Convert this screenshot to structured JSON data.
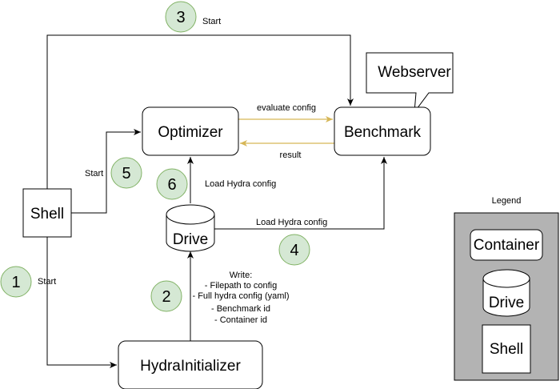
{
  "nodes": {
    "optimizer": "Optimizer",
    "benchmark": "Benchmark",
    "shell": "Shell",
    "drive": "Drive",
    "hydra_initializer": "HydraInitializer",
    "webserver": "Webserver"
  },
  "edges": {
    "evaluate_config": "evaluate config",
    "result": "result",
    "start_top": "Start",
    "start_mid": "Start",
    "start_bottom": "Start",
    "load_hydra_config_optimizer": "Load Hydra config",
    "load_hydra_config_benchmark": "Load Hydra config"
  },
  "steps": [
    "1",
    "2",
    "3",
    "4",
    "5",
    "6"
  ],
  "write_note": {
    "title": "Write:",
    "lines": [
      "- Filepath to config",
      "- Full hydra config (yaml)",
      "- Benchmark id",
      "- Container id"
    ]
  },
  "legend": {
    "title": "Legend",
    "container": "Container",
    "drive": "Drive",
    "shell": "Shell"
  },
  "colors": {
    "step_circle_fill": "#d5e8d4",
    "step_circle_stroke": "#82b366",
    "eval_arrow": "#d6b656",
    "legend_bg": "#b3b3b3"
  }
}
